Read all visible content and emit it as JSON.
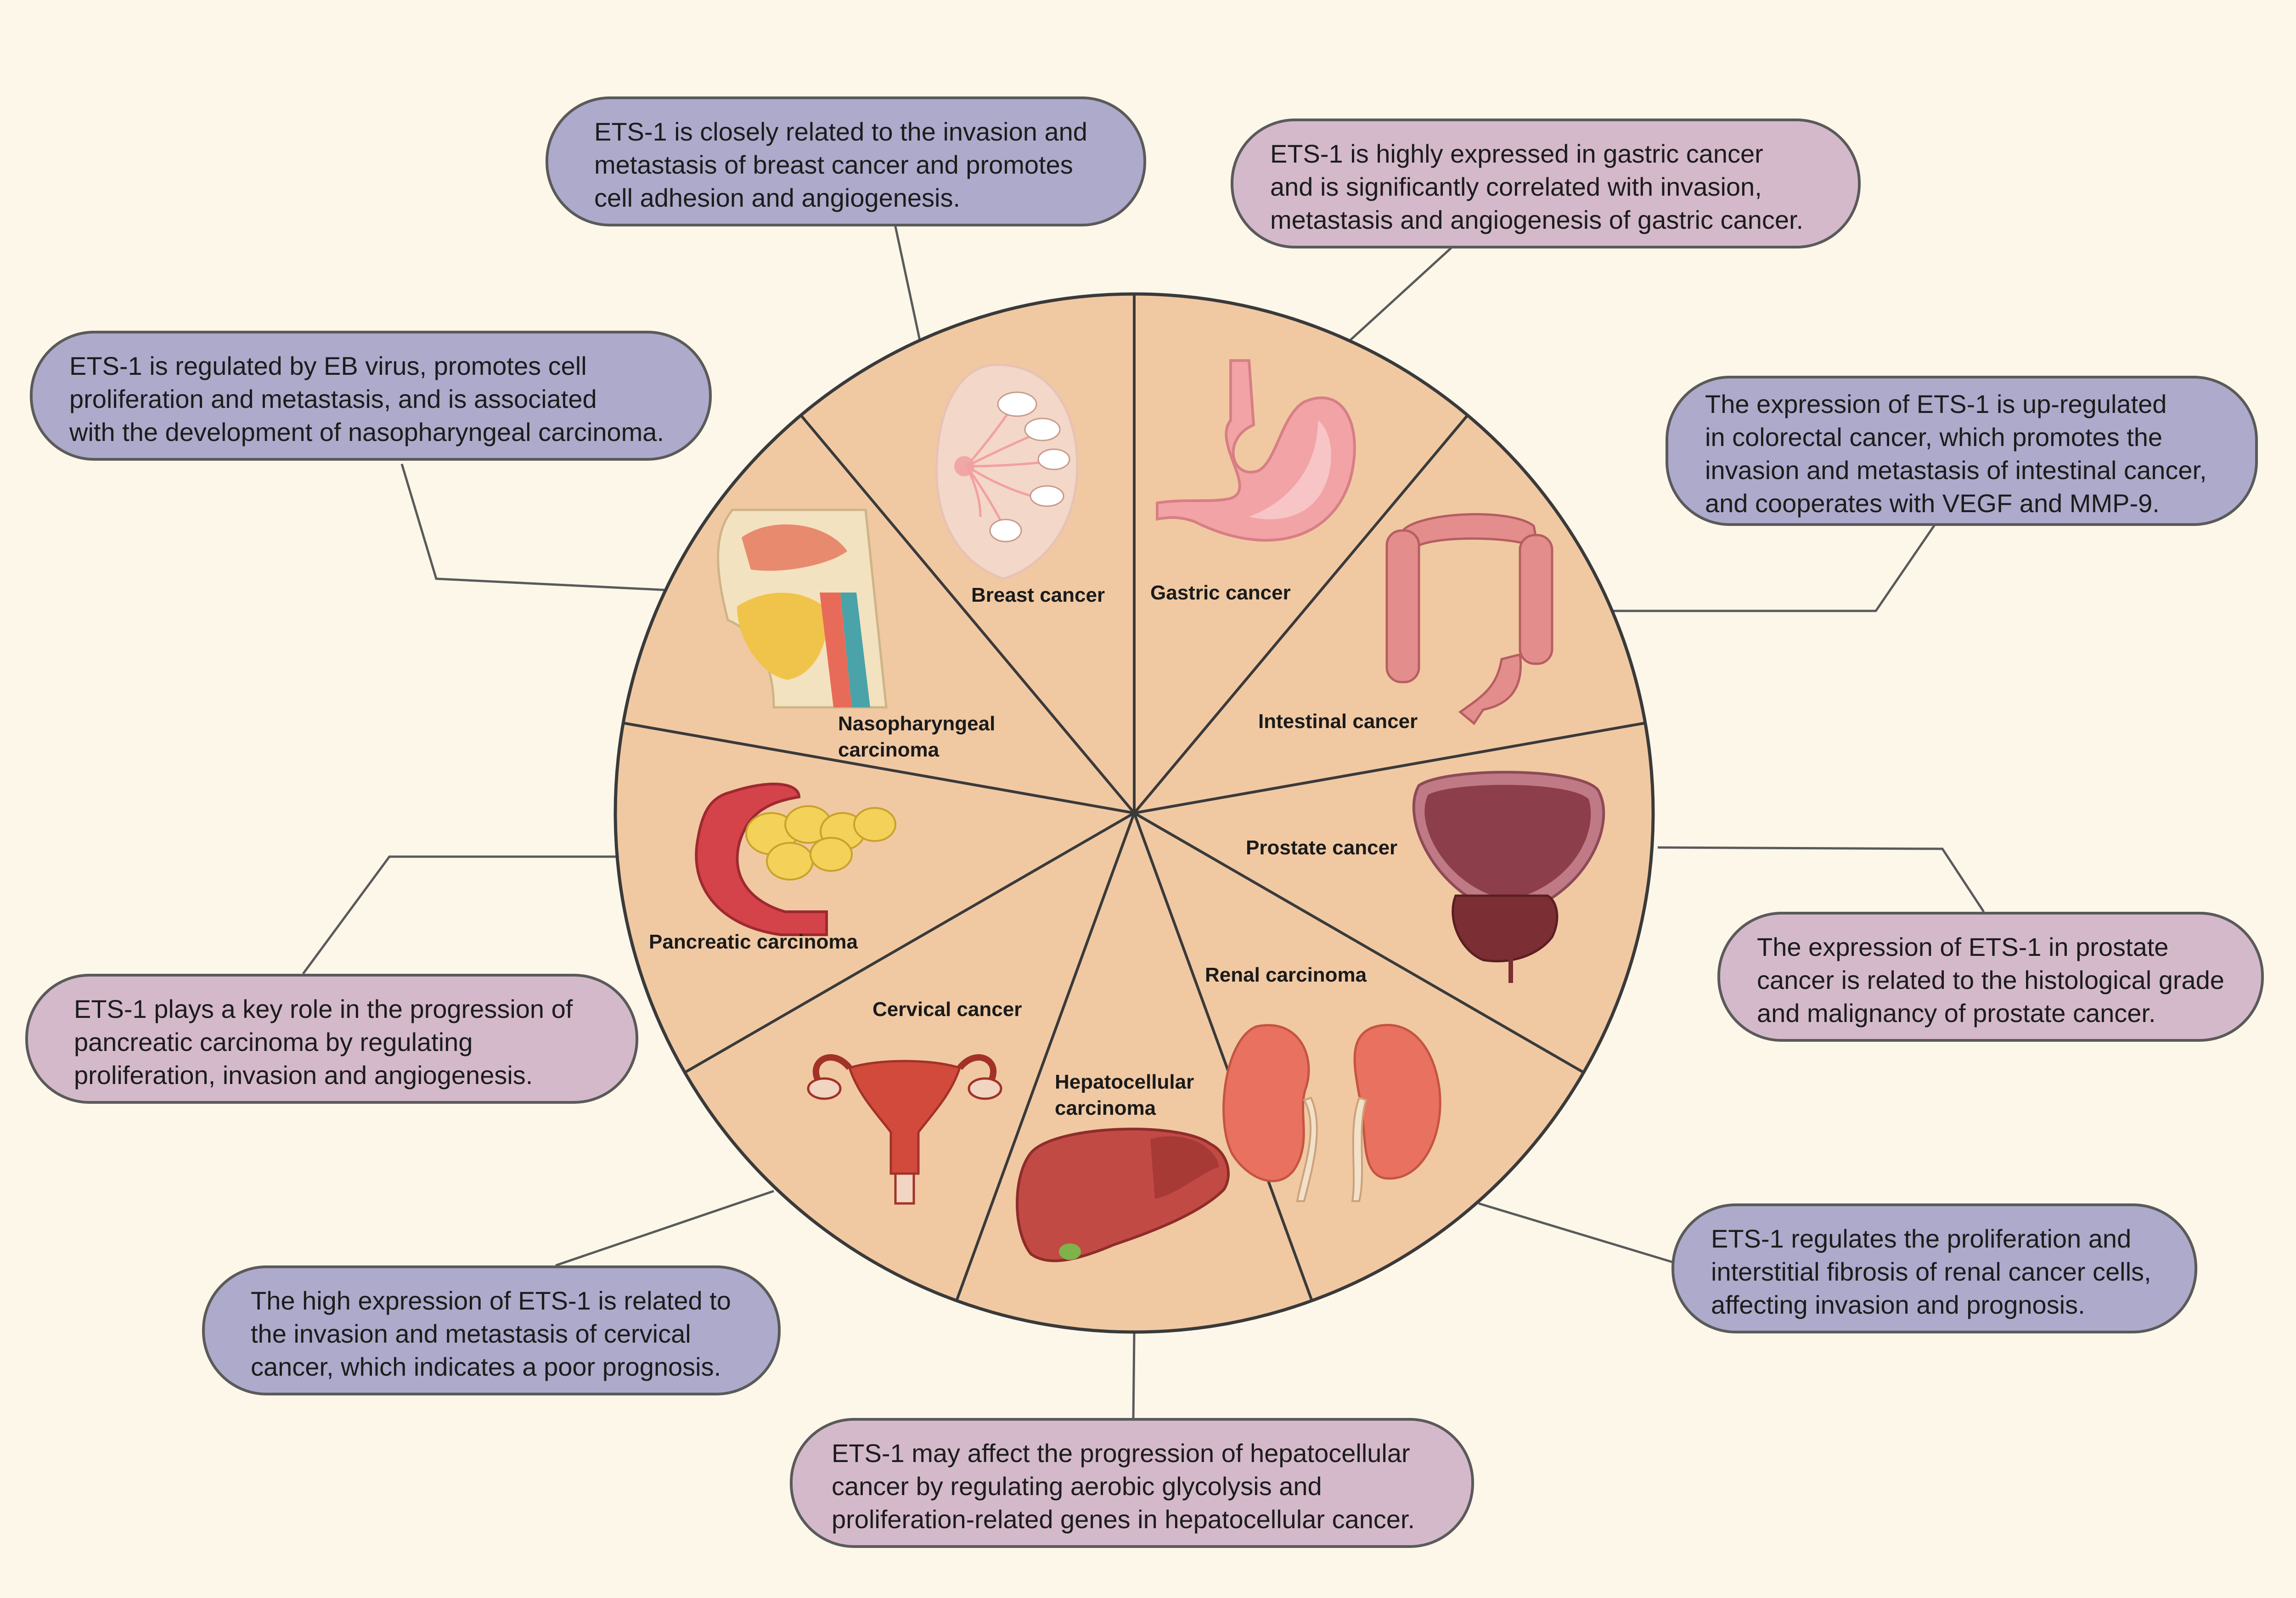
{
  "colors": {
    "background": "#fdf7ea",
    "wheel_fill": "#f0c9a3",
    "wheel_stroke": "#3a3a3a",
    "box_purple": "#aeaacb",
    "box_pink": "#d4b9cb",
    "connector": "#5a5a5a"
  },
  "segments": [
    {
      "id": "breast",
      "label": "Breast cancer",
      "icon": "breast-icon"
    },
    {
      "id": "gastric",
      "label": "Gastric cancer",
      "icon": "stomach-icon"
    },
    {
      "id": "intestinal",
      "label": "Intestinal cancer",
      "icon": "colon-icon"
    },
    {
      "id": "prostate",
      "label": "Prostate cancer",
      "icon": "prostate-bladder-icon"
    },
    {
      "id": "renal",
      "label": "Renal carcinoma",
      "icon": "kidneys-icon"
    },
    {
      "id": "hepatocellular",
      "label_line1": "Hepatocellular",
      "label_line2": "carcinoma",
      "icon": "liver-icon"
    },
    {
      "id": "cervical",
      "label": "Cervical cancer",
      "icon": "uterus-icon"
    },
    {
      "id": "pancreatic",
      "label": "Pancreatic carcinoma",
      "icon": "pancreas-icon"
    },
    {
      "id": "nasopharyngeal",
      "label_line1": "Nasopharyngeal",
      "label_line2": "carcinoma",
      "icon": "nasopharynx-icon"
    }
  ],
  "boxes": {
    "breast": "ETS-1 is closely related to the invasion and\nmetastasis of breast cancer and promotes\ncell adhesion and angiogenesis.",
    "gastric": "ETS-1 is highly expressed in gastric cancer\nand is significantly correlated with invasion,\nmetastasis and angiogenesis of gastric cancer.",
    "intestinal": "The expression of ETS-1 is up-regulated\n in colorectal cancer, which promotes the\ninvasion and metastasis of intestinal cancer,\nand cooperates with VEGF and MMP-9.",
    "prostate": "The expression of ETS-1 in prostate\ncancer is related to the histological grade\nand malignancy of prostate cancer.",
    "renal": "ETS-1 regulates the proliferation and\ninterstitial fibrosis of renal cancer cells,\naffecting invasion and prognosis.",
    "hepatocellular": "ETS-1 may affect the progression of hepatocellular\ncancer by regulating aerobic glycolysis and\nproliferation-related genes in hepatocellular cancer.",
    "cervical": "The high expression of ETS-1 is related to\nthe invasion and metastasis of cervical\ncancer, which indicates a poor prognosis.",
    "pancreatic": "ETS-1 plays a key role in the progression of\npancreatic carcinoma by regulating\nproliferation, invasion and angiogenesis.",
    "nasopharyngeal": "ETS-1 is regulated by EB virus, promotes cell\nproliferation and metastasis, and is associated\nwith the development of nasopharyngeal carcinoma."
  }
}
